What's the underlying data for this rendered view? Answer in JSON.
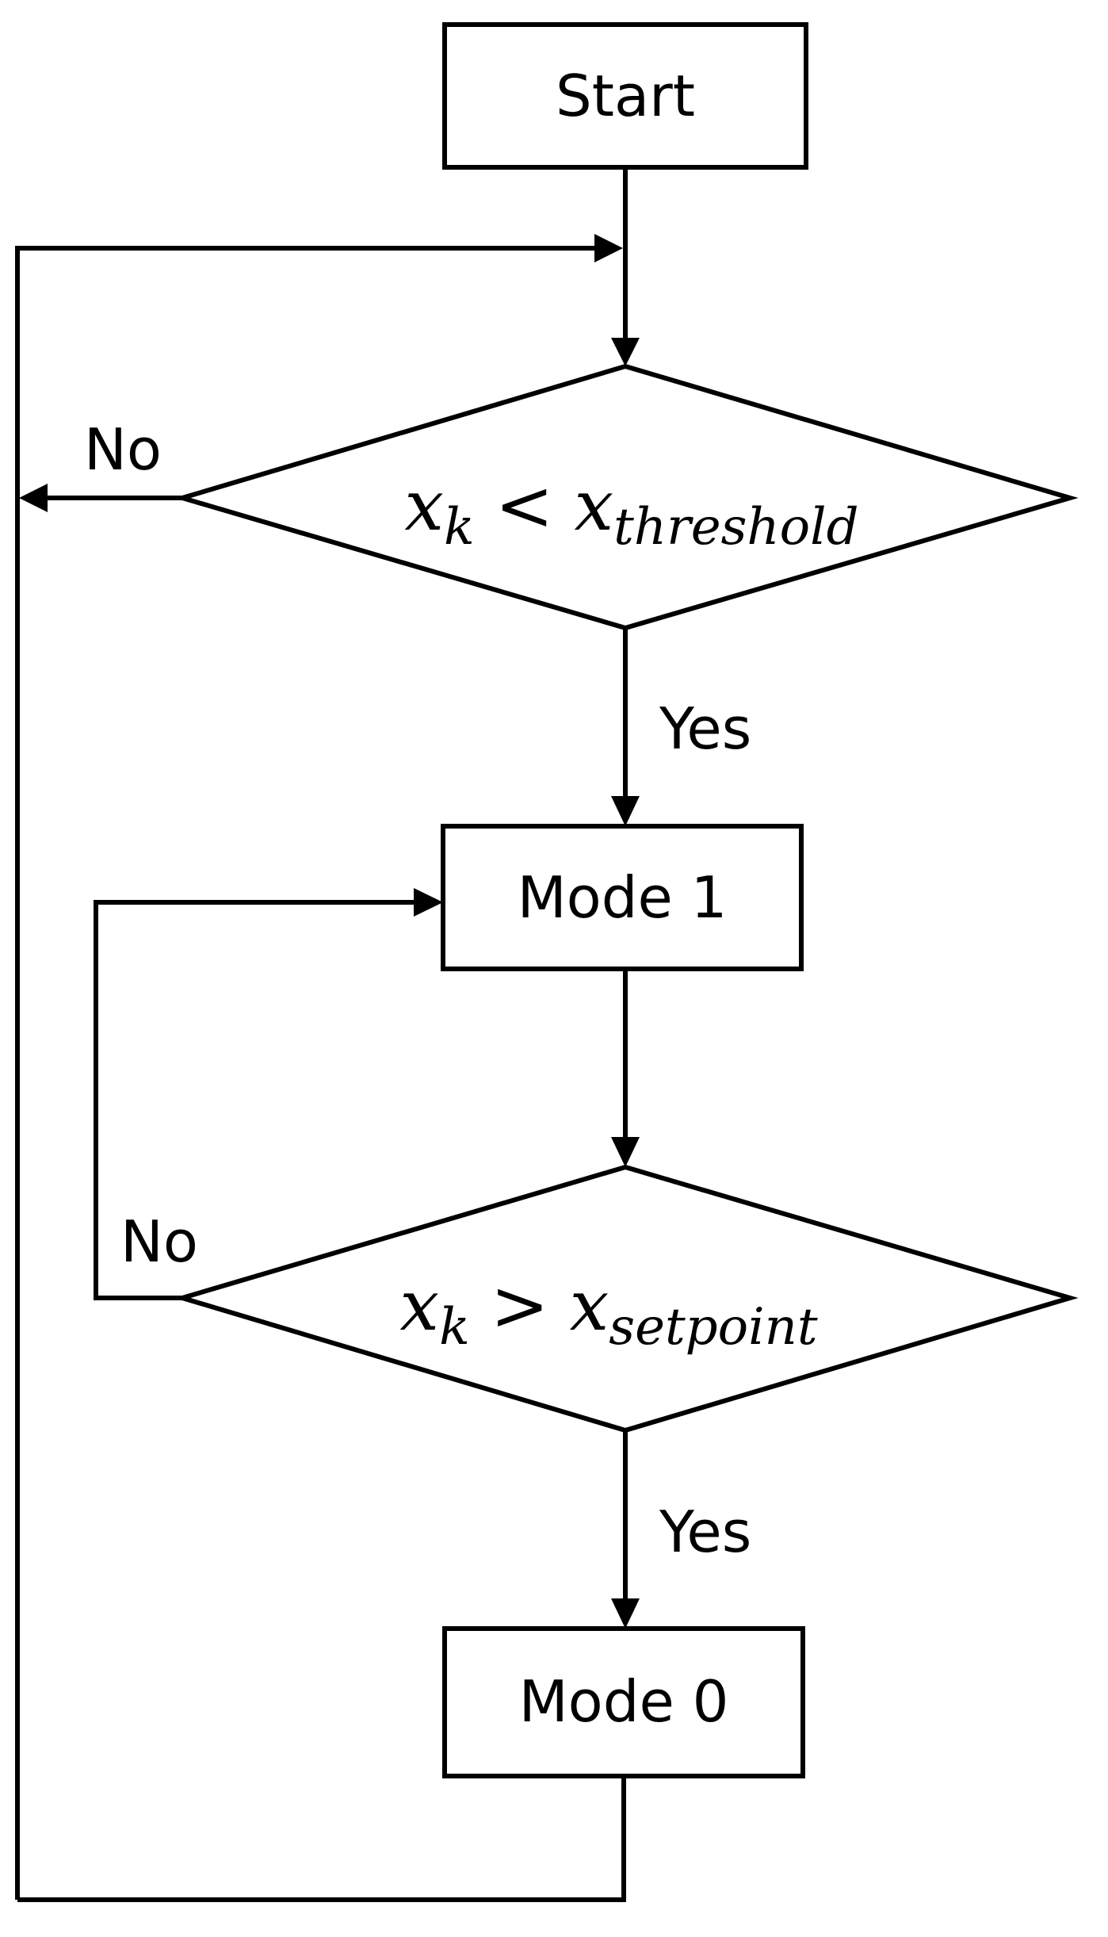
{
  "diagram": {
    "nodes": {
      "start": {
        "label": "Start"
      },
      "decision_threshold": {
        "lhs_var": "x",
        "lhs_sub": "k",
        "operator": "<",
        "rhs_var": "x",
        "rhs_sub": "threshold"
      },
      "mode1": {
        "label": "Mode 1"
      },
      "decision_setpoint": {
        "lhs_var": "x",
        "lhs_sub": "k",
        "operator": ">",
        "rhs_var": "x",
        "rhs_sub": "setpoint"
      },
      "mode0": {
        "label": "Mode 0"
      }
    },
    "edges": {
      "threshold_no": "No",
      "threshold_yes": "Yes",
      "setpoint_no": "No",
      "setpoint_yes": "Yes"
    }
  }
}
